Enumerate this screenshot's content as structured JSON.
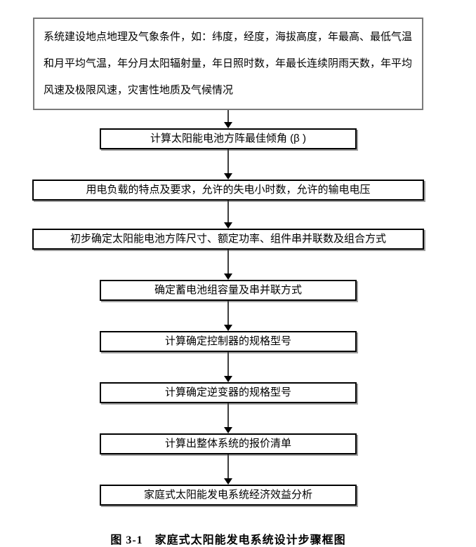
{
  "flowchart": {
    "title_caption": "图 3-1　家庭式太阳能发电系统设计步骤框图",
    "nodes": [
      {
        "id": "site-conditions",
        "label": "系统建设地点地理及气象条件，如：纬度，经度，海拔高度，年最高、最低气温和月平均气温，年分月太阳辐射量，年日照时数，年最长连续阴雨天数，年平均风速及极限风速，灾害性地质及气候情况"
      },
      {
        "id": "optimal-tilt",
        "label": "计算太阳能电池方阵最佳倾角 (β )"
      },
      {
        "id": "load-requirements",
        "label": "用电负载的特点及要求，允许的失电小时数，允许的输电电压"
      },
      {
        "id": "array-sizing",
        "label": "初步确定太阳能电池方阵尺寸、额定功率、组件串并联数及组合方式"
      },
      {
        "id": "battery-capacity",
        "label": "确定蓄电池组容量及串并联方式"
      },
      {
        "id": "controller-spec",
        "label": "计算确定控制器的规格型号"
      },
      {
        "id": "inverter-spec",
        "label": "计算确定逆变器的规格型号"
      },
      {
        "id": "system-quotation",
        "label": "计算出整体系统的报价清单"
      },
      {
        "id": "economic-analysis",
        "label": "家庭式太阳能发电系统经济效益分析"
      }
    ],
    "colors": {
      "background": "#ffffff",
      "text": "#000000",
      "box_border": "#000000",
      "intro_box_border": "#7a7a7a",
      "box_shadow": "#808080",
      "arrow_line": "#3d3d3d",
      "arrow_head": "#000000"
    }
  }
}
